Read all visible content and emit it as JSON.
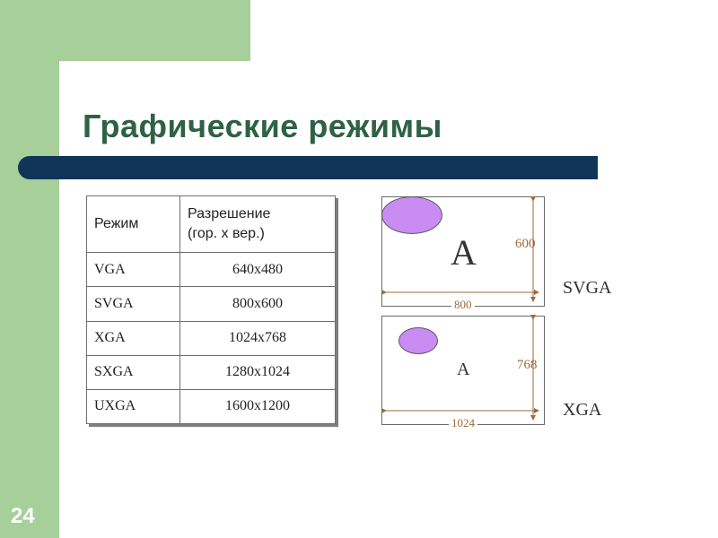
{
  "slide": {
    "number": "24",
    "title": "Графические режимы"
  },
  "table": {
    "headers": [
      "Режим",
      "Разрешение\n(гор. х вер.)"
    ],
    "header_line1": "Разрешение",
    "header_line2": "(гор. х вер.)",
    "rows": [
      {
        "mode": "VGA",
        "resolution": "640x480"
      },
      {
        "mode": "SVGA",
        "resolution": "800x600"
      },
      {
        "mode": "XGA",
        "resolution": "1024x768"
      },
      {
        "mode": "SXGA",
        "resolution": "1280x1024"
      },
      {
        "mode": "UXGA",
        "resolution": "1600x1200"
      }
    ]
  },
  "diagram": {
    "svga": {
      "letter": "A",
      "width": "800",
      "height": "600",
      "label": "SVGA"
    },
    "xga": {
      "letter": "A",
      "width": "1024",
      "height": "768",
      "label": "XGA"
    },
    "oval_color": "#c88cf2",
    "dimension_color": "#9b6a3c"
  },
  "colors": {
    "background_green": "#a6cf9a",
    "title": "#2e6145",
    "title_bar": "#113459"
  }
}
